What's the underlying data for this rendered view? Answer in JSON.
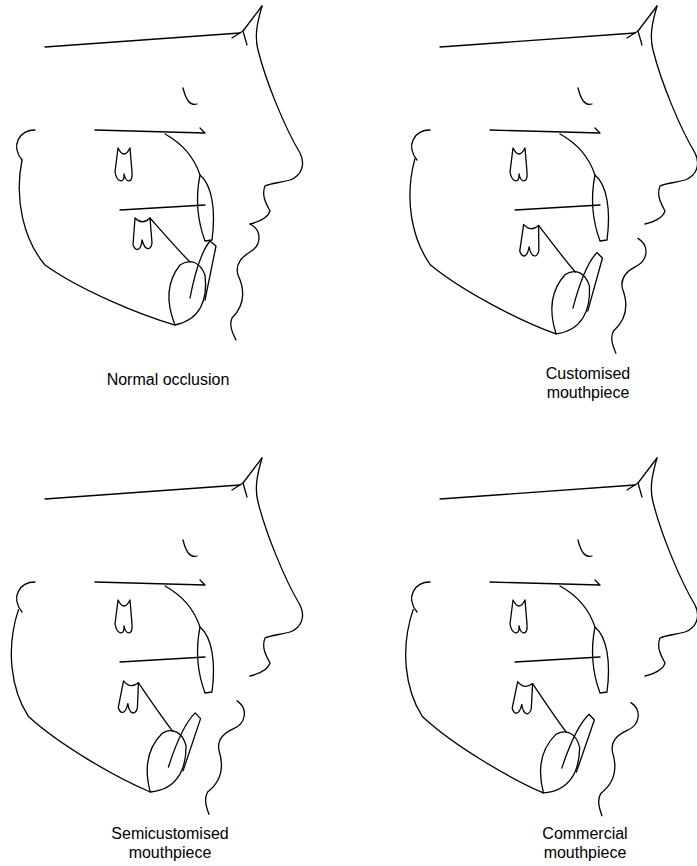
{
  "diagram": {
    "labels": [
      "Normal occlusion",
      "Customised mouthpiece",
      "Semicustomised mouthpiece",
      "Commercial mouthpiece"
    ]
  }
}
